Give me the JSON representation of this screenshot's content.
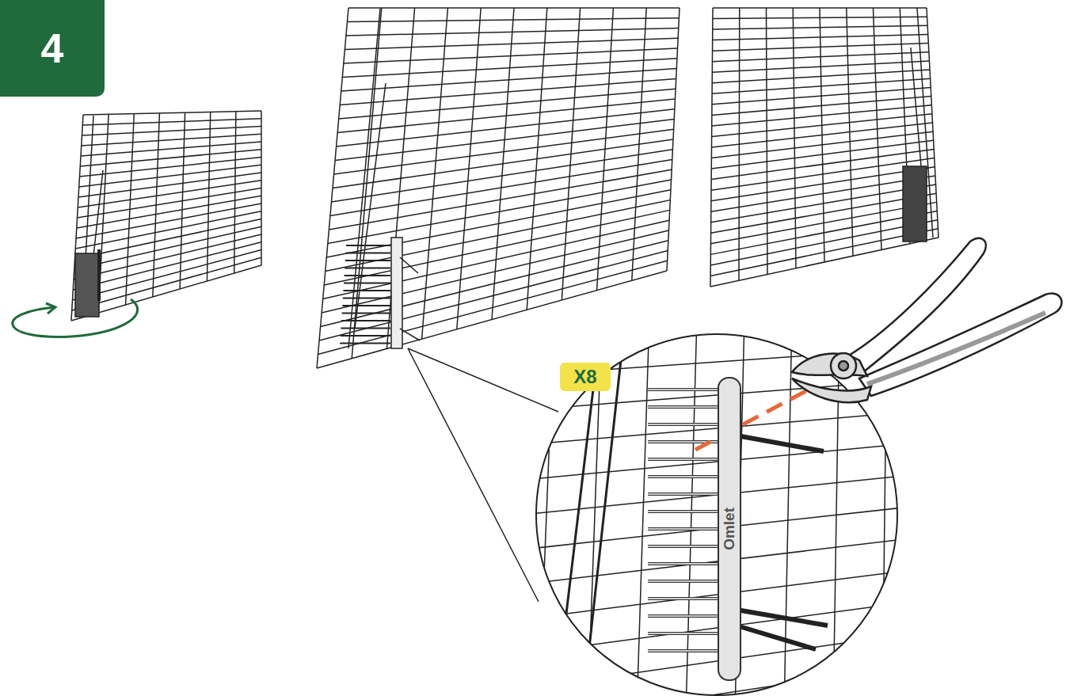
{
  "diagram": {
    "nodes": [
      {
        "text": [
          "4"
        ]
      },
      {
        "text": [
          "X8"
        ]
      },
      {
        "text": [
          "Omlet"
        ]
      }
    ]
  }
}
